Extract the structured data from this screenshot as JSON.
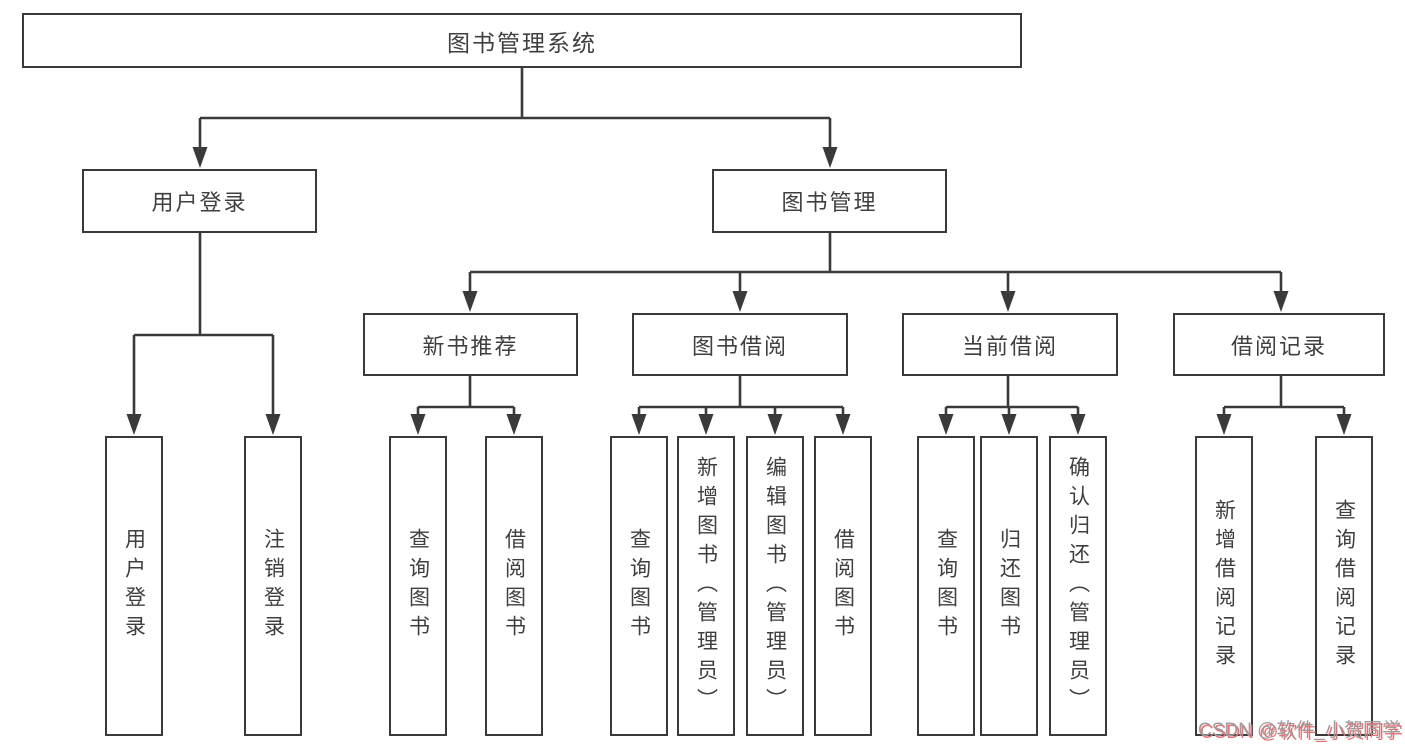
{
  "colors": {
    "line": "#3a3a3a",
    "text": "#3f3f3f",
    "box-bg": "#ffffff",
    "watermark": "#9c9c9c",
    "watermark-shadow": "#eb6f73"
  },
  "tree": {
    "root": "图书管理系统",
    "children": [
      {
        "label": "用户登录",
        "children": [
          {
            "label": "用户登录"
          },
          {
            "label": "注销登录"
          }
        ]
      },
      {
        "label": "图书管理",
        "children": [
          {
            "label": "新书推荐",
            "children": [
              {
                "label": "查询图书"
              },
              {
                "label": "借阅图书"
              }
            ]
          },
          {
            "label": "图书借阅",
            "children": [
              {
                "label": "查询图书"
              },
              {
                "label": "新增图书（管理员）"
              },
              {
                "label": "编辑图书（管理员）"
              },
              {
                "label": "借阅图书"
              }
            ]
          },
          {
            "label": "当前借阅",
            "children": [
              {
                "label": "查询图书"
              },
              {
                "label": "归还图书"
              },
              {
                "label": "确认归还（管理员）"
              }
            ]
          },
          {
            "label": "借阅记录",
            "children": [
              {
                "label": "新增借阅记录"
              },
              {
                "label": "查询借阅记录"
              }
            ]
          }
        ]
      }
    ]
  },
  "watermark": "CSDN @软件_小贺同学"
}
